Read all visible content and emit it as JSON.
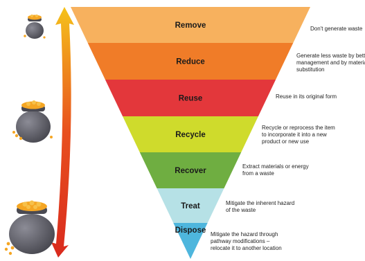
{
  "hierarchy": {
    "levels": [
      {
        "id": "remove",
        "label": "Remove",
        "color": "#f7b15e",
        "description": [
          "Don't generate waste"
        ]
      },
      {
        "id": "reduce",
        "label": "Reduce",
        "color": "#f07c28",
        "description": [
          "Generate less waste by better",
          "management and by material",
          "substitution"
        ]
      },
      {
        "id": "reuse",
        "label": "Reuse",
        "color": "#e3373b",
        "description": [
          "Reuse in its original form"
        ]
      },
      {
        "id": "recycle",
        "label": "Recycle",
        "color": "#cfdb2c",
        "description": [
          "Recycle or reprocess the item",
          "to incorporate it into a new",
          "product or new use"
        ]
      },
      {
        "id": "recover",
        "label": "Recover",
        "color": "#6fae41",
        "description": [
          "Extract materials or energy",
          "from a waste"
        ]
      },
      {
        "id": "treat",
        "label": "Treat",
        "color": "#b6e1e6",
        "description": [
          "Mitigate the inherent hazard",
          "of the waste"
        ]
      },
      {
        "id": "dispose",
        "label": "Dispose",
        "color": "#4eb6dd",
        "description": [
          "Mitigate the hazard through",
          "pathway modifications –",
          "relocate it to another location"
        ]
      }
    ]
  },
  "illustration": {
    "arrow_gradient": [
      "#f5c21b",
      "#e8501f",
      "#d92a1d"
    ],
    "pots": [
      "small-pot-icon",
      "medium-pot-icon",
      "large-pot-icon"
    ],
    "pot_color": "#5f5f69",
    "coin_color": "#f5a623"
  }
}
